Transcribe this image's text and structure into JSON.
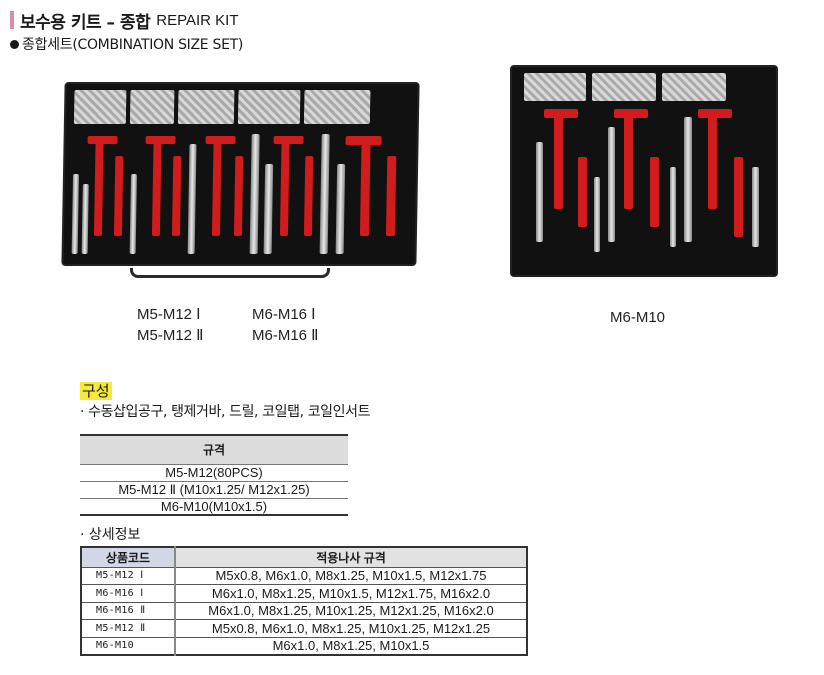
{
  "header": {
    "title_ko": "보수용 키트 – 종합",
    "title_en": "REPAIR KIT",
    "accent_color": "#d88ea3",
    "subtitle": "종합세트(COMBINATION SIZE SET)"
  },
  "photos": [
    {
      "name": "large-combination-kit-photo",
      "captions": [
        "M5-M12 Ⅰ",
        "M6-M16 Ⅰ",
        "M5-M12 Ⅱ",
        "M6-M16 Ⅱ"
      ]
    },
    {
      "name": "small-kit-photo",
      "captions": [
        "M6-M10"
      ]
    }
  ],
  "composition": {
    "label": "구성",
    "highlight_color": "#f5ea3b",
    "items": "· 수동삽입공구, 탱제거바, 드릴, 코일탭, 코일인서트"
  },
  "spec_table": {
    "header": "규격",
    "rows": [
      "M5-M12(80PCS)",
      "M5-M12 Ⅱ (M10x1.25/ M12x1.25)",
      "M6-M10(M10x1.5)"
    ]
  },
  "detail": {
    "label": "· 상세정보",
    "headers": [
      "상품코드",
      "적용나사 규격"
    ],
    "rows": [
      {
        "code": "M5-M12 Ⅰ",
        "spec": "M5x0.8, M6x1.0, M8x1.25, M10x1.5, M12x1.75"
      },
      {
        "code": "M6-M16 Ⅰ",
        "spec": "M6x1.0, M8x1.25, M10x1.5, M12x1.75, M16x2.0"
      },
      {
        "code": "M6-M16 Ⅱ",
        "spec": "M6x1.0, M8x1.25, M10x1.25, M12x1.25, M16x2.0"
      },
      {
        "code": "M5-M12 Ⅱ",
        "spec": "M5x0.8, M6x1.0, M8x1.25, M10x1.25, M12x1.25"
      },
      {
        "code": "M6-M10",
        "spec": "M6x1.0, M8x1.25, M10x1.5"
      }
    ]
  }
}
